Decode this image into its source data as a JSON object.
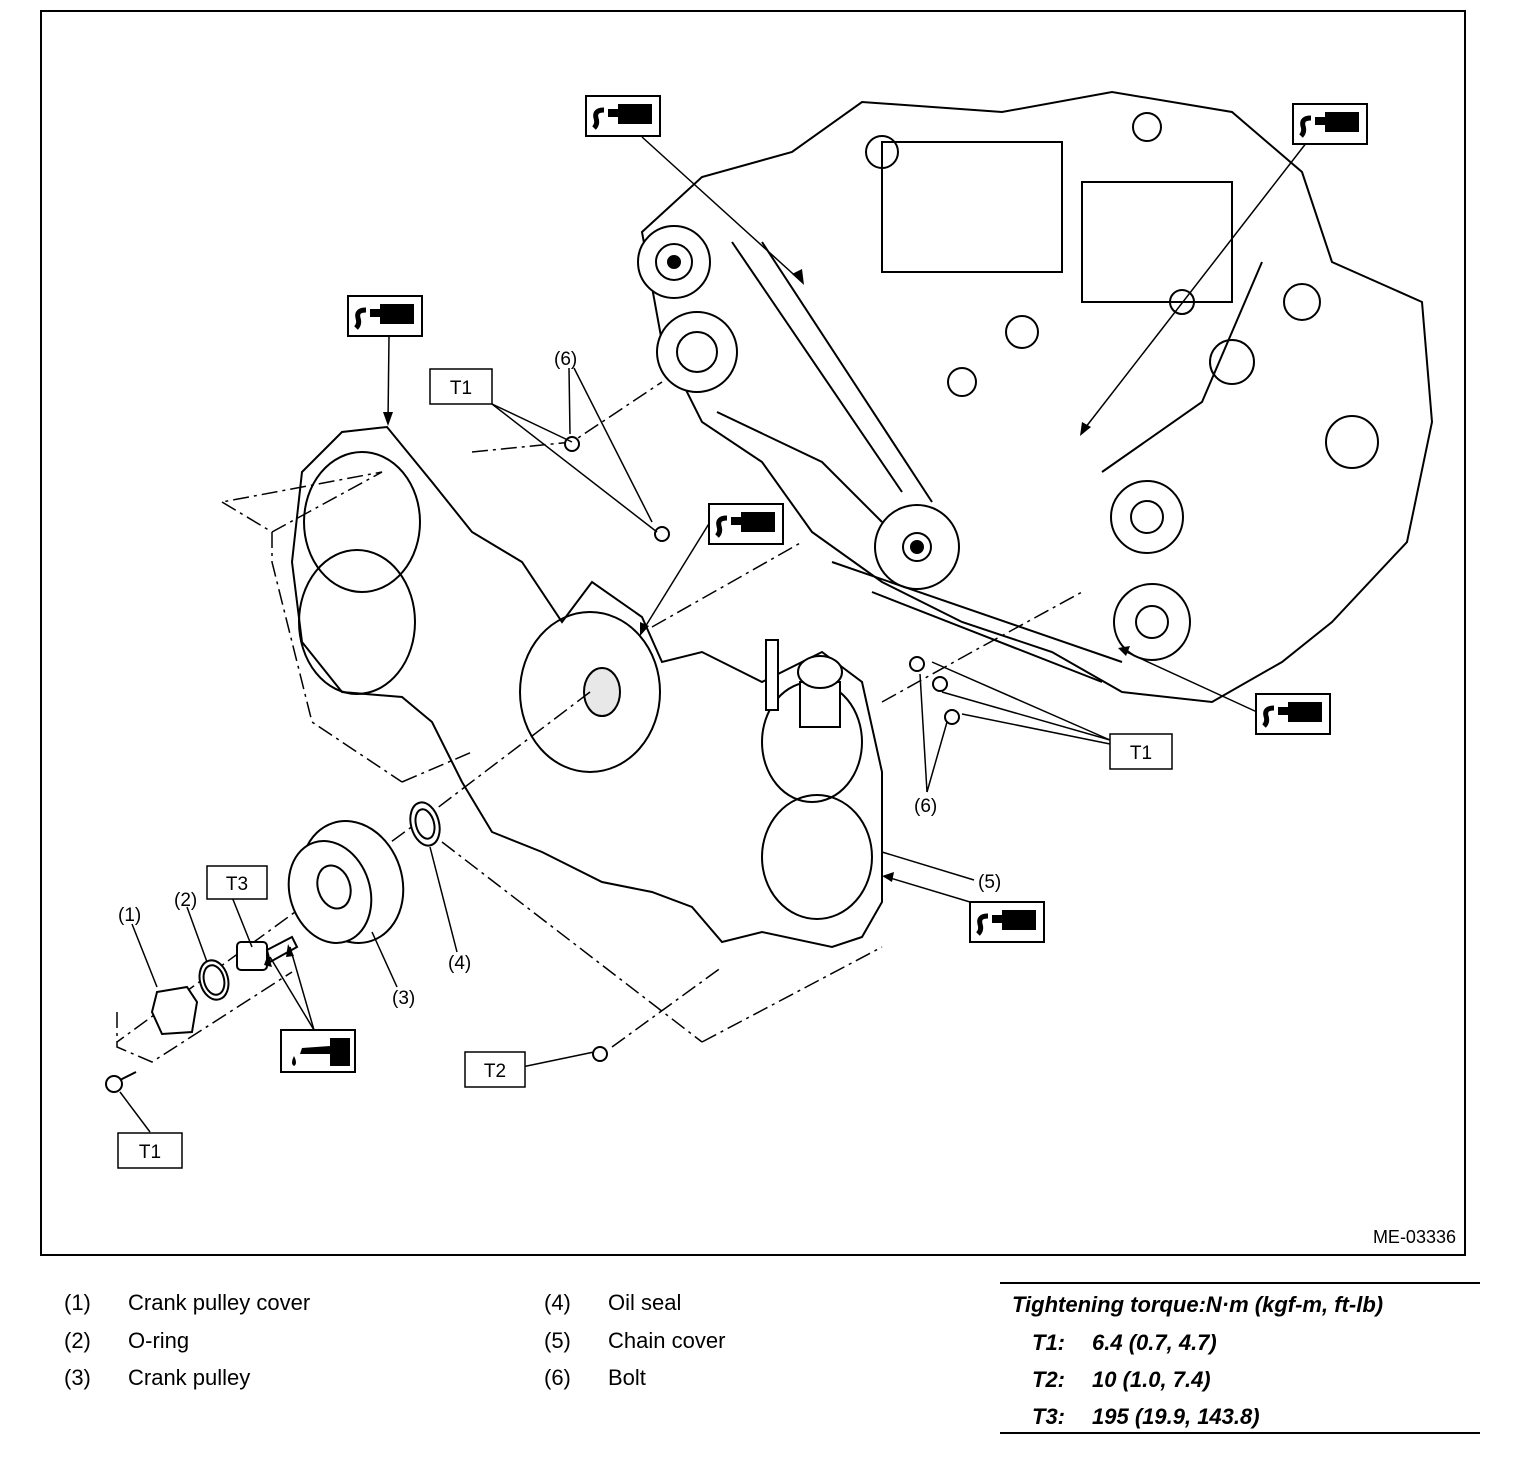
{
  "figure": {
    "id": "ME-03336",
    "callouts": {
      "c1": "(1)",
      "c2": "(2)",
      "c3": "(3)",
      "c4": "(4)",
      "c5": "(5)",
      "c6a": "(6)",
      "c6b": "(6)"
    },
    "torque_boxes": {
      "t1_top": "T1",
      "t1_right": "T1",
      "t1_bottom": "T1",
      "t2": "T2",
      "t3": "T3"
    },
    "icons": [
      "sealant-icon",
      "sealant-icon",
      "sealant-icon",
      "sealant-icon",
      "sealant-icon",
      "sealant-icon",
      "oil-can-icon"
    ]
  },
  "legend": [
    {
      "num": "(1)",
      "label": "Crank pulley cover"
    },
    {
      "num": "(2)",
      "label": "O-ring"
    },
    {
      "num": "(3)",
      "label": "Crank pulley"
    },
    {
      "num": "(4)",
      "label": "Oil seal"
    },
    {
      "num": "(5)",
      "label": "Chain cover"
    },
    {
      "num": "(6)",
      "label": "Bolt"
    }
  ],
  "torque": {
    "title": "Tightening torque:N·m (kgf-m, ft-lb)",
    "rows": [
      {
        "key": "T1:",
        "value": "6.4 (0.7, 4.7)"
      },
      {
        "key": "T2:",
        "value": "10 (1.0, 7.4)"
      },
      {
        "key": "T3:",
        "value": "195 (19.9, 143.8)"
      }
    ]
  }
}
